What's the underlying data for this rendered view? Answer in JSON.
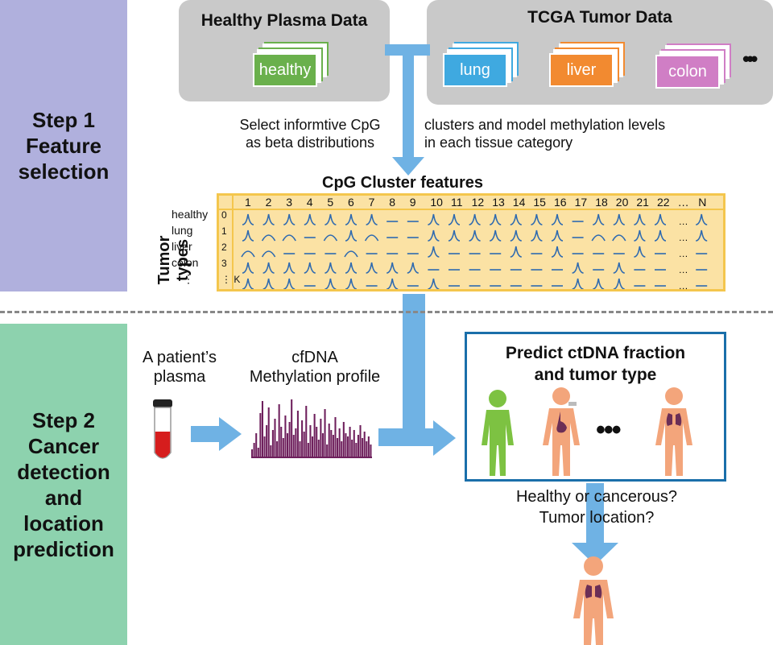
{
  "step1": {
    "line1": "Step 1",
    "line2": "Feature",
    "line3": "selection"
  },
  "step2": {
    "line1": "Step 2",
    "line2": "Cancer",
    "line3": "detection",
    "line4": "and",
    "line5": "location",
    "line6": "prediction"
  },
  "healthy_box": {
    "title": "Healthy Plasma Data",
    "doc": "healthy"
  },
  "tcga_box": {
    "title": "TCGA Tumor Data",
    "docs": [
      "lung",
      "liver",
      "colon"
    ],
    "more": "•••"
  },
  "colors": {
    "healthy": "#6ab04c",
    "lung": "#3fa9e0",
    "liver": "#f28a30",
    "colon": "#d07ec5",
    "arrow": "#6fb2e4",
    "table_bg": "#fbe2a4",
    "table_border": "#f4c64d",
    "step1": "#b0b0dd",
    "step2": "#8dd2ae",
    "predict_border": "#1a6faa"
  },
  "caption_left": {
    "line1": "Select informtive CpG",
    "line2": "as beta distributions"
  },
  "caption_right": {
    "line1": "clusters and model methylation levels",
    "line2": "in each tissue category"
  },
  "cluster": {
    "title": "CpG Cluster features",
    "axis_label": "Tumor types",
    "columns": [
      "1",
      "2",
      "3",
      "4",
      "5",
      "6",
      "7",
      "8",
      "9",
      "10",
      "11",
      "12",
      "13",
      "14",
      "15",
      "16",
      "17",
      "18",
      "20",
      "21",
      "22",
      "…",
      "N"
    ],
    "row_labels": [
      "healthy",
      "lung",
      "liver",
      "colon",
      "⋮"
    ],
    "row_index": [
      "0",
      "1",
      "2",
      "3",
      "⋮ K"
    ]
  },
  "patient": {
    "line1": "A patient’s",
    "line2": "plasma"
  },
  "profile": {
    "line1": "cfDNA",
    "line2": "Methylation profile"
  },
  "predict": {
    "line1": "Predict ctDNA fraction",
    "line2": "and tumor type",
    "dots": "•••"
  },
  "question": {
    "line1": "Healthy or cancerous?",
    "line2": "Tumor location?"
  }
}
